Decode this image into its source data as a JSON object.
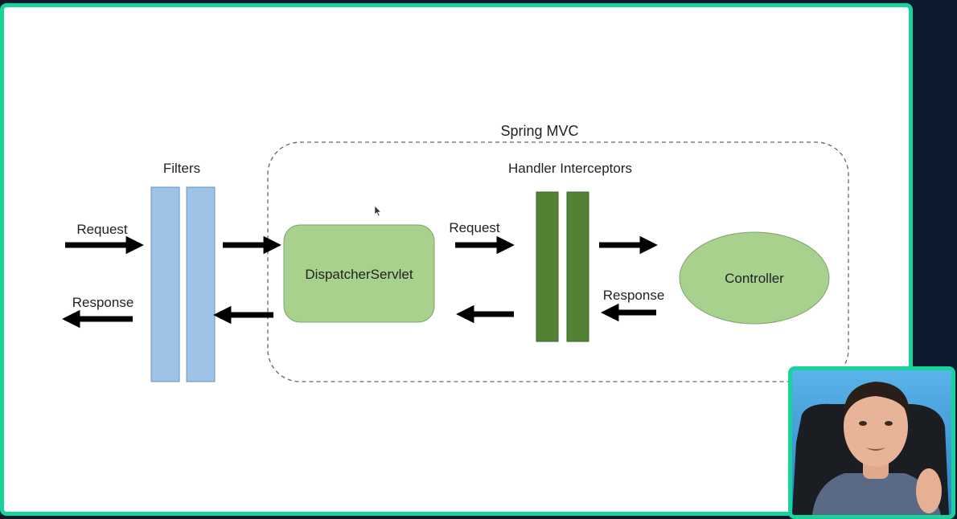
{
  "diagram": {
    "spring_mvc_label": "Spring MVC",
    "filters_label": "Filters",
    "handler_interceptors_label": "Handler Interceptors",
    "dispatcher_servlet_label": "DispatcherServlet",
    "controller_label": "Controller",
    "left_request_label": "Request",
    "left_response_label": "Response",
    "inner_request_label": "Request",
    "inner_response_label": "Response"
  },
  "colors": {
    "frame_accent": "#19d49a",
    "filter_bar": "#9dc3e6",
    "interceptor_bar": "#548235",
    "servlet_fill": "#a9d18e",
    "controller_fill": "#a9d18e",
    "arrow": "#000000"
  },
  "icons": {
    "cursor": "mouse-pointer-icon"
  }
}
